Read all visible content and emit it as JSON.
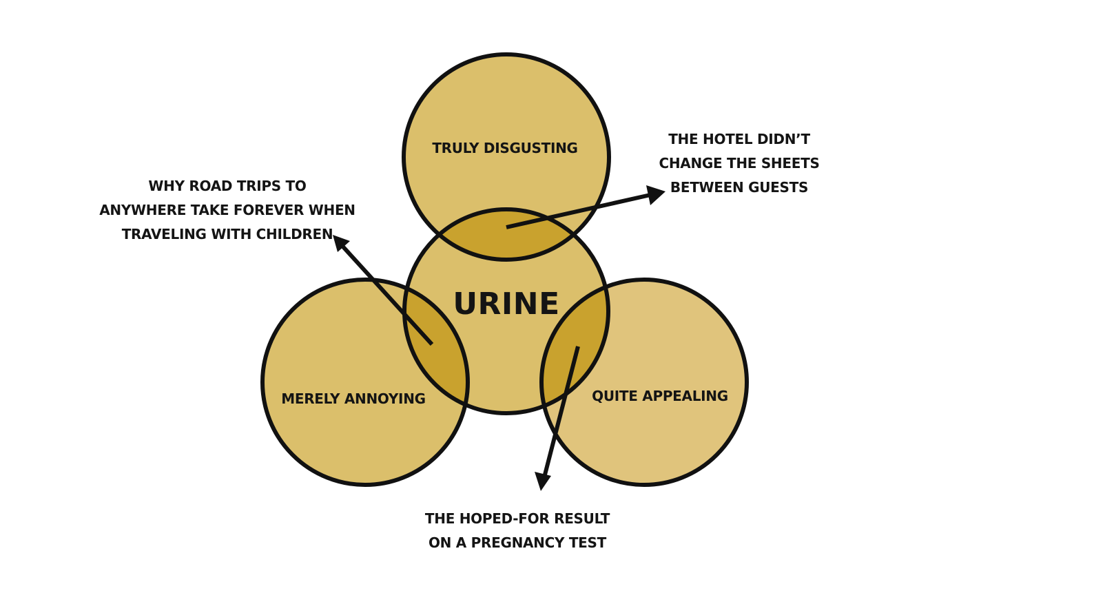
{
  "diagram": {
    "center": {
      "label": "URINE",
      "color": "#dbbf6b"
    },
    "circles": {
      "top": {
        "label": "TRULY DISGUSTING",
        "color": "#dbbf6b"
      },
      "left": {
        "label": "MERELY ANNOYING",
        "color": "#dbbf6b"
      },
      "right": {
        "label": "QUITE APPEALING",
        "color": "#e0c47c"
      }
    },
    "overlap_color": "#c9a22e",
    "outline_color": "#111111",
    "callouts": {
      "top_right": {
        "lines": [
          "THE HOTEL DIDN’T",
          "CHANGE THE SHEETS",
          "BETWEEN GUESTS"
        ]
      },
      "left": {
        "lines": [
          "WHY ROAD TRIPS TO",
          "ANYWHERE TAKE FOREVER WHEN",
          "TRAVELING WITH CHILDREN"
        ]
      },
      "bottom": {
        "lines": [
          "THE HOPED-FOR RESULT",
          "ON A PREGNANCY TEST"
        ]
      }
    }
  }
}
